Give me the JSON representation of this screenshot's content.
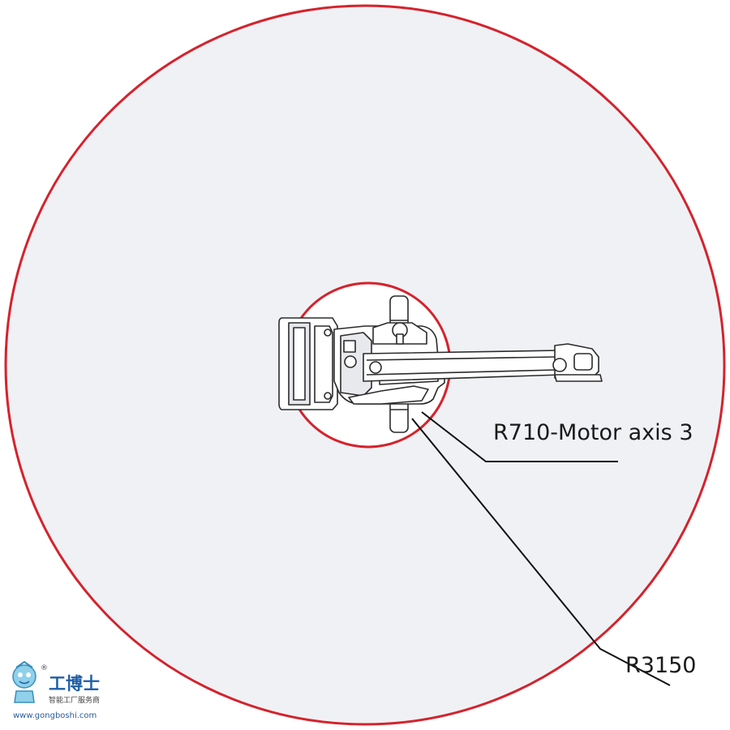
{
  "diagram": {
    "colors": {
      "range_circle": "#d4232d",
      "fill": "#f0f1f5",
      "robot_fill": "#ffffff",
      "robot_detail": "#d8d9de",
      "leader_line": "#111111"
    },
    "callouts": {
      "motor_axis": "R710-Motor axis 3",
      "working_range": "R3150"
    }
  },
  "watermark": {
    "logo_text": "工博士",
    "subtitle": "智能工厂服务商",
    "url": "www.gongboshi.com",
    "registered_mark": "®",
    "icon": "robot-mascot-icon"
  }
}
